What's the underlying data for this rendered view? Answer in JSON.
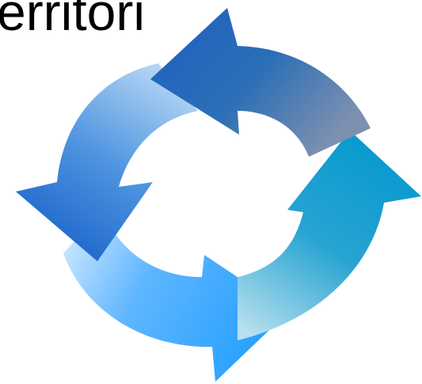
{
  "slide": {
    "heading_text": "erritori"
  },
  "cycle": {
    "arrows": [
      {
        "name": "top-arrow",
        "colors": [
          "#1d5fc4",
          "#2b6fb6",
          "#7d90b0"
        ]
      },
      {
        "name": "right-arrow",
        "colors": [
          "#0799cf",
          "#27a4d2",
          "#b9e0ee"
        ]
      },
      {
        "name": "bottom-arrow",
        "colors": [
          "#dcefff",
          "#5fb6ff",
          "#2aa2ff"
        ]
      },
      {
        "name": "left-arrow",
        "colors": [
          "#b9d9f5",
          "#4e94e0",
          "#1761c9"
        ]
      }
    ]
  }
}
